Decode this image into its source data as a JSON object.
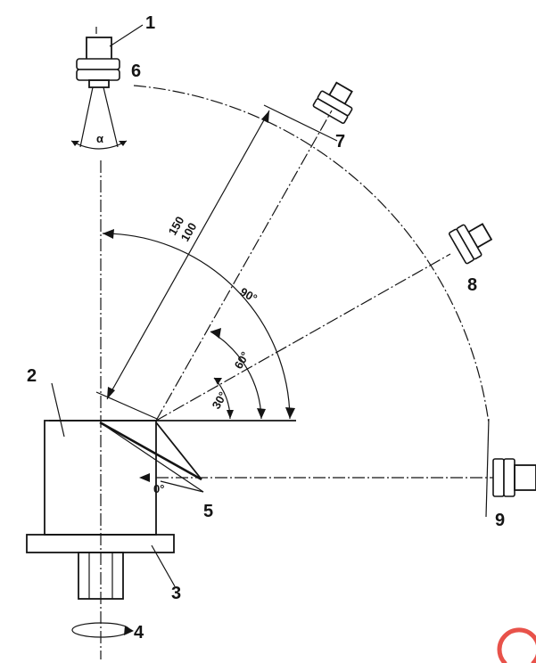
{
  "labels": {
    "n1": "1",
    "n2": "2",
    "n3": "3",
    "n4": "4",
    "n5": "5",
    "n6": "6",
    "n7": "7",
    "n8": "8",
    "n9": "9"
  },
  "angles": {
    "a90": "90°",
    "a60": "60°",
    "a30": "30°",
    "a0": "0°",
    "alpha": "α"
  },
  "dimensions": {
    "d150": "150",
    "d100": "100"
  },
  "colors": {
    "line": "#141414",
    "watermark": "#e8524a"
  }
}
